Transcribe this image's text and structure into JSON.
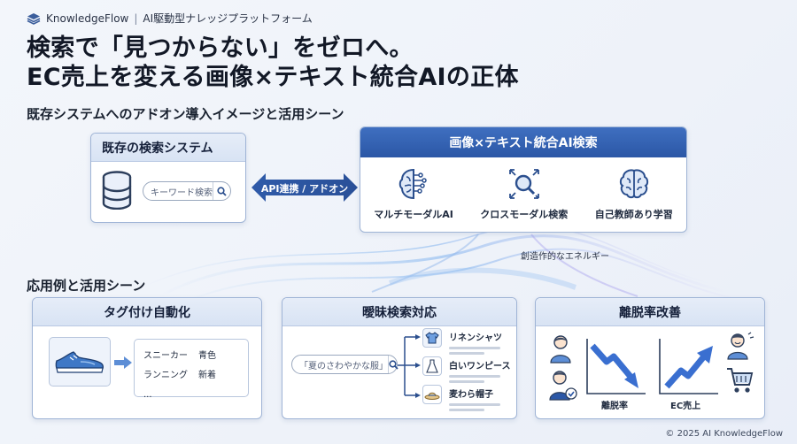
{
  "brand": {
    "name": "KnowledgeFlow",
    "sep": "|",
    "tagline": "AI駆動型ナレッジプラットフォーム"
  },
  "headline": {
    "line1": "検索で「見つからない」をゼロへ。",
    "line2": "EC売上を変える画像×テキスト統合AIの正体"
  },
  "section1_title": "既存システムへのアドオン導入イメージと活用シーン",
  "existing": {
    "title": "既存の検索システム",
    "search_placeholder": "キーワード検索"
  },
  "connector": {
    "label": "API連携 / アドオン"
  },
  "ai_search": {
    "title": "画像×テキスト統合AI検索",
    "features": [
      {
        "label": "マルチモーダルAI",
        "icon": "brain-circuit-icon"
      },
      {
        "label": "クロスモーダル検索",
        "icon": "magnify-arrows-icon"
      },
      {
        "label": "自己教師あり学習",
        "icon": "brain-icon"
      }
    ]
  },
  "energy_label": "創造作的なエネルギー",
  "section2_title": "応用例と活用シーン",
  "tagging": {
    "title": "タグ付け自動化",
    "tags": [
      "スニーカー",
      "青色",
      "ランニング",
      "新着"
    ],
    "more": "..."
  },
  "ambiguous": {
    "title": "曖昧検索対応",
    "query": "「夏のさわやかな服」",
    "results": [
      "リネンシャツ",
      "白いワンピース",
      "麦わら帽子"
    ]
  },
  "churn": {
    "title": "離脱率改善",
    "down_label": "離脱率",
    "up_label": "EC売上"
  },
  "footer": "© 2025 AI KnowledgeFlow",
  "colors": {
    "primary": "#2b57a6",
    "accent": "#3a6fd0",
    "border": "#9fb4d6"
  }
}
